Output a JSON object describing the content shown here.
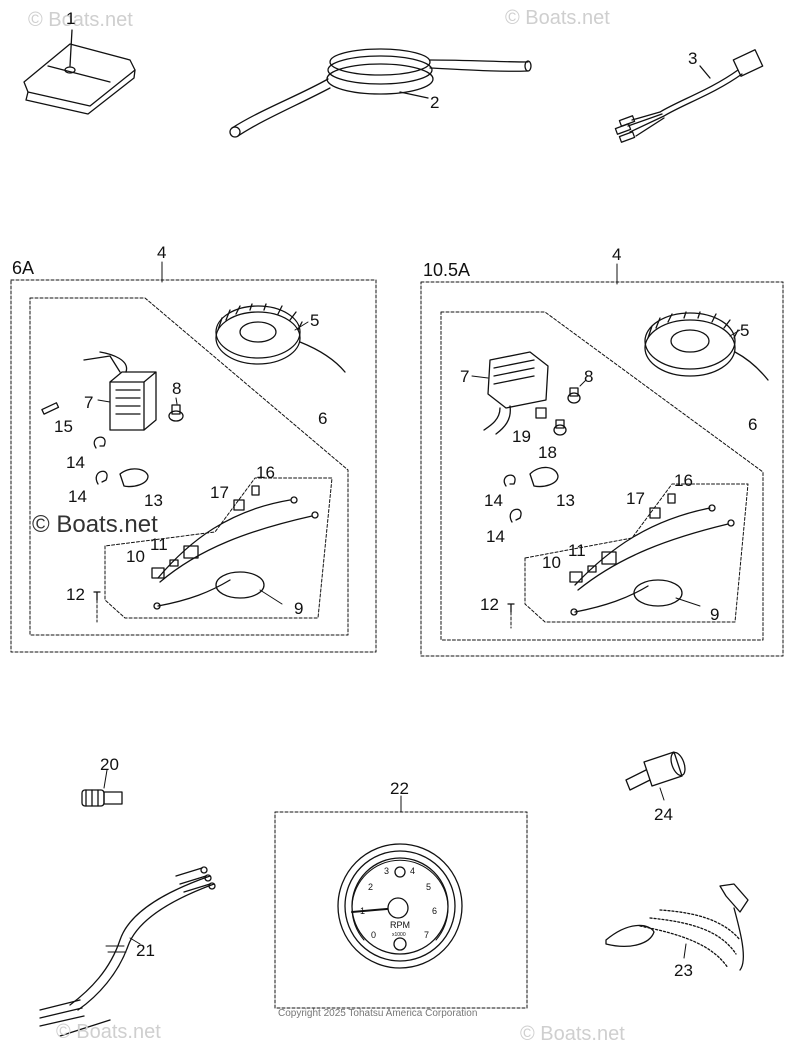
{
  "watermark": {
    "text": "© Boats.net"
  },
  "copyright": "Copyright 2025 Tohatsu America Corporation",
  "panels": {
    "left": {
      "title": "6A",
      "ref": "4"
    },
    "right": {
      "title": "10.5A",
      "ref": "4"
    }
  },
  "callouts": {
    "c1": "1",
    "c2": "2",
    "c3": "3",
    "l5": "5",
    "l6": "6",
    "l7": "7",
    "l8": "8",
    "l9": "9",
    "l10": "10",
    "l11": "11",
    "l12": "12",
    "l13": "13",
    "l14a": "14",
    "l14b": "14",
    "l15": "15",
    "l16": "16",
    "l17": "17",
    "r5": "5",
    "r6": "6",
    "r7": "7",
    "r8": "8",
    "r9": "9",
    "r10": "10",
    "r11": "11",
    "r12": "12",
    "r13": "13",
    "r14a": "14",
    "r14b": "14",
    "r16": "16",
    "r17": "17",
    "r18": "18",
    "r19": "19",
    "c20": "20",
    "c21": "21",
    "c22": "22",
    "c23": "23",
    "c24": "24"
  },
  "tachometer": {
    "ticks": [
      "0",
      "1",
      "2",
      "3",
      "4",
      "5",
      "6",
      "7"
    ],
    "unit": "RPM",
    "multiplier": "x1000"
  }
}
